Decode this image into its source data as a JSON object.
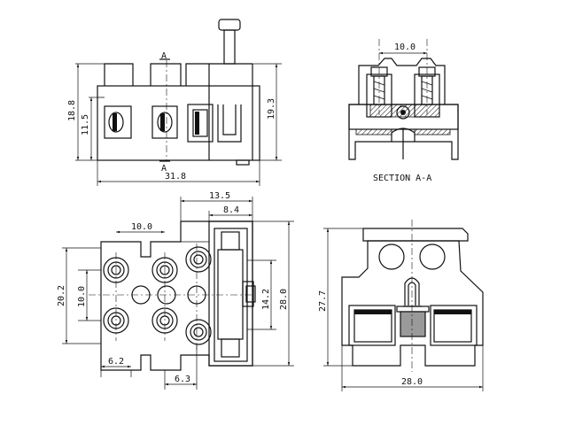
{
  "labels": {
    "front_width": "31.8",
    "front_height_total": "18.8",
    "front_height_inner": "11.5",
    "front_height_right": "19.3",
    "section_mark_top": "A",
    "section_mark_bottom": "A",
    "section_pitch": "10.0",
    "section_caption": "SECTION A-A",
    "top_pitch_x": "10.0",
    "top_width_13": "13.5",
    "top_width_8": "8.4",
    "top_height_20": "20.2",
    "top_height_10": "10.0",
    "top_height_14": "14.2",
    "top_height_28": "28.0",
    "top_bottom_62": "6.2",
    "top_bottom_63": "6.3",
    "side_height": "27.7",
    "side_width": "28.0"
  }
}
